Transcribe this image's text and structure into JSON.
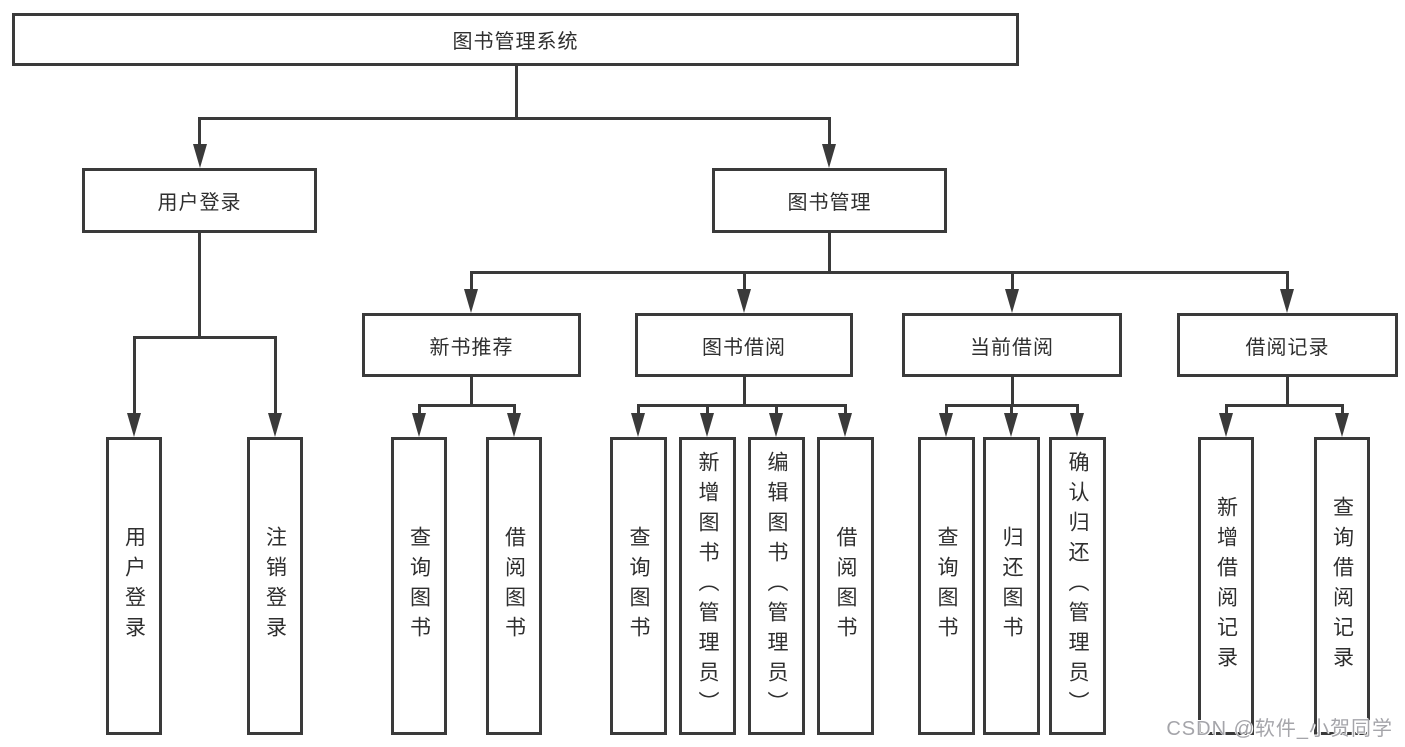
{
  "tree": {
    "root": {
      "label": "图书管理系统"
    },
    "branches": [
      {
        "label": "用户登录",
        "children": [
          {
            "label": "用户登录"
          },
          {
            "label": "注销登录"
          }
        ]
      },
      {
        "label": "图书管理",
        "sections": [
          {
            "label": "新书推荐",
            "children": [
              {
                "label": "查询图书"
              },
              {
                "label": "借阅图书"
              }
            ]
          },
          {
            "label": "图书借阅",
            "children": [
              {
                "label": "查询图书"
              },
              {
                "label": "新增图书（管理员）"
              },
              {
                "label": "编辑图书（管理员）"
              },
              {
                "label": "借阅图书"
              }
            ]
          },
          {
            "label": "当前借阅",
            "children": [
              {
                "label": "查询图书"
              },
              {
                "label": "归还图书"
              },
              {
                "label": "确认归还（管理员）"
              }
            ]
          },
          {
            "label": "借阅记录",
            "children": [
              {
                "label": "新增借阅记录"
              },
              {
                "label": "查询借阅记录"
              }
            ]
          }
        ]
      }
    ]
  },
  "watermark": {
    "label": "CSDN @软件_小贺同学"
  },
  "colors": {
    "line": "#3a3a3a",
    "text": "#2f2f2f",
    "watermark": "#a5a5aa",
    "background": "#ffffff"
  }
}
